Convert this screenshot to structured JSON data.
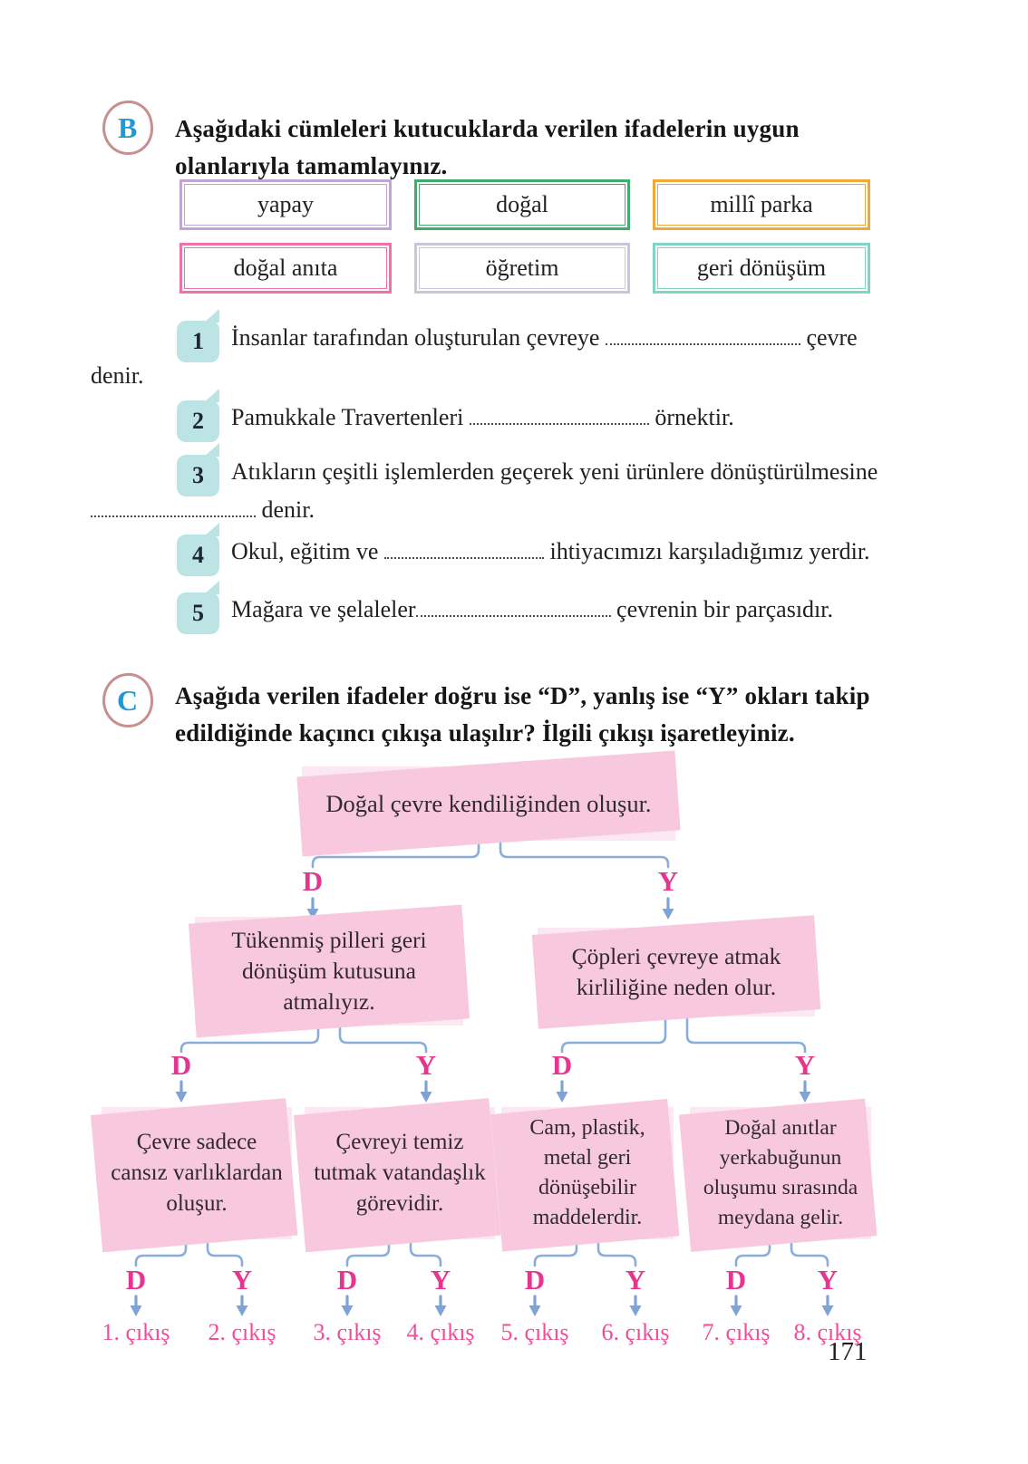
{
  "page_number": "171",
  "section_b": {
    "label": "B",
    "instruction": "Aşağıdaki cümleleri kutucuklarda verilen ifadelerin uygun olanlarıyla tamamlayınız.",
    "word_boxes": [
      {
        "text": "yapay",
        "border_color": "#c0a6d4"
      },
      {
        "text": "doğal",
        "border_color": "#3fae6d"
      },
      {
        "text": "millî parka",
        "border_color": "#f4a636"
      },
      {
        "text": "doğal anıta",
        "border_color": "#f172ab"
      },
      {
        "text": "öğretim",
        "border_color": "#c9c6d8"
      },
      {
        "text": "geri dönüşüm",
        "border_color": "#7ed6c2"
      }
    ],
    "items": [
      {
        "number": "1",
        "before": "İnsanlar tarafından oluşturulan çevreye",
        "after": "çevre denir."
      },
      {
        "number": "2",
        "before": "Pamukkale Travertenleri",
        "after": "örnektir."
      },
      {
        "number": "3",
        "before": "Atıkların çeşitli işlemlerden geçerek yeni ürünlere dönüştürülmesine",
        "after": "denir."
      },
      {
        "number": "4",
        "before": "Okul, eğitim ve",
        "after": "ihtiyacımızı karşıladığımız yerdir."
      },
      {
        "number": "5",
        "before": "Mağara ve şelaleler",
        "after": "çevrenin bir parçasıdır."
      }
    ]
  },
  "section_c": {
    "label": "C",
    "instruction": "Aşağıda verilen ifadeler doğru ise “D”, yanlış ise “Y” okları takip edildiğinde kaçıncı çıkışa ulaşılır? İlgili çıkışı işaretleyiniz.",
    "true_label": "D",
    "false_label": "Y",
    "tree": {
      "root": "Doğal çevre kendiliğinden oluşur.",
      "level2_left": "Tükenmiş pilleri geri dönüşüm kutusuna atmalıyız.",
      "level2_right": "Çöpleri çevreye atmak kirliliğine neden olur.",
      "level3": [
        "Çevre sadece cansız varlıklardan oluşur.",
        "Çevreyi temiz tutmak vatandaşlık görevidir.",
        "Cam, plastik, metal geri dönüşebilir maddelerdir.",
        "Doğal anıtlar yerkabuğunun oluşumu sırasında meydana gelir."
      ],
      "exits": [
        "1. çıkış",
        "2. çıkış",
        "3. çıkış",
        "4. çıkış",
        "5. çıkış",
        "6. çıkış",
        "7. çıkış",
        "8. çıkış"
      ]
    }
  },
  "colors": {
    "dy_letter": "#e5358f",
    "exit_text": "#ee4f9b",
    "connector_blue": "#8aadd9",
    "arrow_blue": "#7da3d8",
    "node_fill": "#fce8f2",
    "node_shadow": "#f8c9de",
    "number_badge_teal": "#bce4e5",
    "section_letter_blue": "#1d9ad6",
    "section_circle_rose": "#c6908e"
  }
}
